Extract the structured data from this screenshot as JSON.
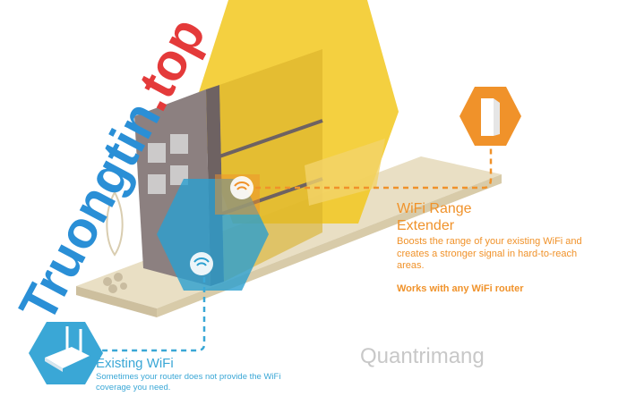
{
  "extender": {
    "title_line1": "WiFi Range",
    "title_line2": "Extender",
    "description": "Boosts the range of your existing WiFi and creates a stronger signal in hard-to-reach areas.",
    "note": "Works with any WiFi router",
    "color": "#f0922a",
    "icon": "range-extender-icon"
  },
  "existing": {
    "title": "Existing WiFi",
    "description": "Sometimes your router does not provide the WiFi coverage you need.",
    "color": "#3aa7d6",
    "icon": "router-icon"
  },
  "coverage_colors": {
    "extender_zone": "#f2c81e",
    "router_zone": "#2a9fd0"
  },
  "watermarks": {
    "site1_a": "Truong",
    "site1_b": "tin",
    "site1_c": ".top",
    "site2": "Quantrimang"
  }
}
